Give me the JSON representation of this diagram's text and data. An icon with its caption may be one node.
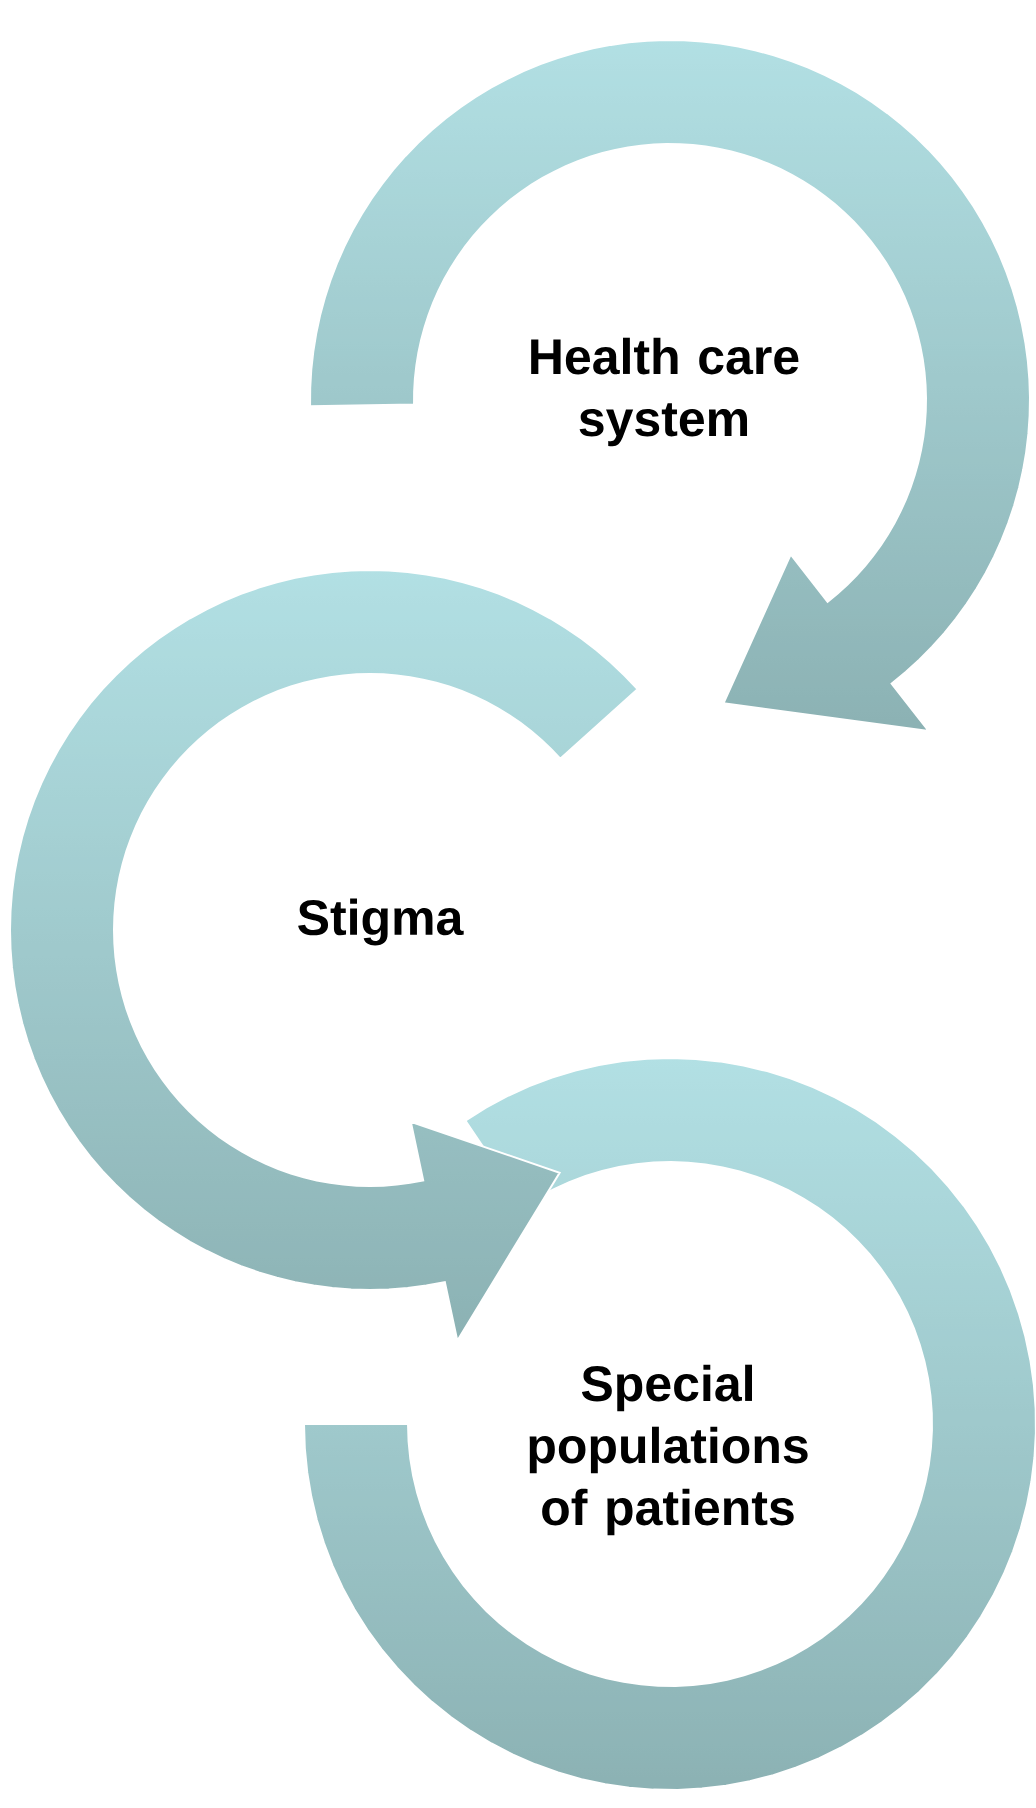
{
  "diagram": {
    "nodes": [
      {
        "text": [
          "Health care system"
        ]
      },
      {
        "text": [
          "Stigma"
        ]
      },
      {
        "text": [
          "Special populations of patients"
        ]
      }
    ]
  }
}
